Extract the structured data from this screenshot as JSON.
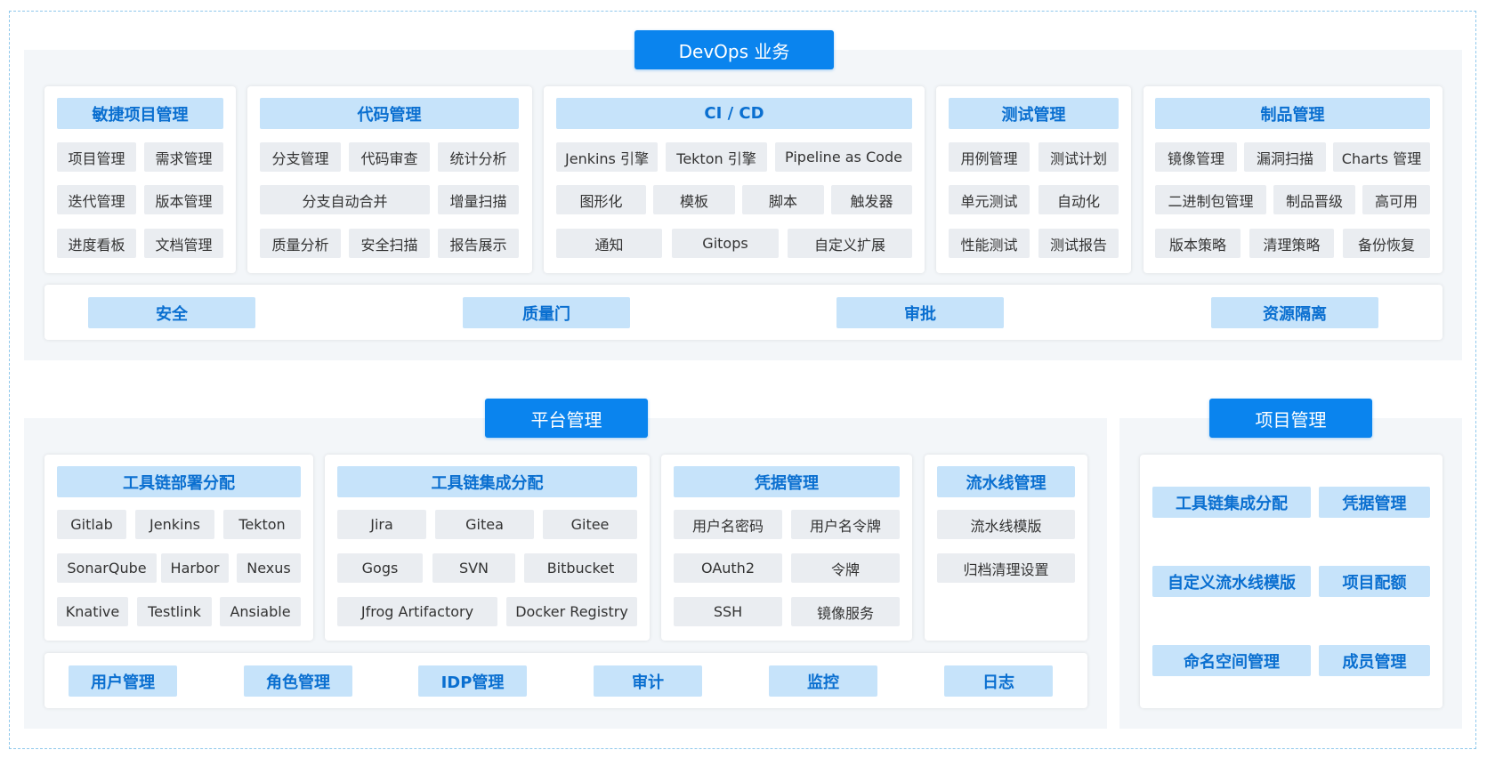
{
  "devops": {
    "title": "DevOps 业务",
    "agile": {
      "heading": "敏捷项目管理",
      "items": [
        "项目管理",
        "需求管理",
        "迭代管理",
        "版本管理",
        "进度看板",
        "文档管理"
      ]
    },
    "code": {
      "heading": "代码管理",
      "items": [
        "分支管理",
        "代码审查",
        "统计分析",
        "分支自动合并",
        "增量扫描",
        "质量分析",
        "安全扫描",
        "报告展示"
      ]
    },
    "cicd": {
      "heading": "CI / CD",
      "items": [
        "Jenkins 引擎",
        "Tekton 引擎",
        "Pipeline as Code",
        "图形化",
        "模板",
        "脚本",
        "触发器",
        "通知",
        "Gitops",
        "自定义扩展"
      ]
    },
    "test": {
      "heading": "测试管理",
      "items": [
        "用例管理",
        "测试计划",
        "单元测试",
        "自动化",
        "性能测试",
        "测试报告"
      ]
    },
    "artifact": {
      "heading": "制品管理",
      "items": [
        "镜像管理",
        "漏洞扫描",
        "Charts 管理",
        "二进制包管理",
        "制品晋级",
        "高可用",
        "版本策略",
        "清理策略",
        "备份恢复"
      ]
    },
    "bar": [
      "安全",
      "质量门",
      "审批",
      "资源隔离"
    ]
  },
  "platform": {
    "title": "平台管理",
    "deploy": {
      "heading": "工具链部署分配",
      "items": [
        "Gitlab",
        "Jenkins",
        "Tekton",
        "SonarQube",
        "Harbor",
        "Nexus",
        "Knative",
        "Testlink",
        "Ansiable"
      ]
    },
    "integrate": {
      "heading": "工具链集成分配",
      "items": [
        "Jira",
        "Gitea",
        "Gitee",
        "Gogs",
        "SVN",
        "Bitbucket",
        "Jfrog Artifactory",
        "Docker Registry"
      ]
    },
    "credential": {
      "heading": "凭据管理",
      "items": [
        "用户名密码",
        "用户名令牌",
        "OAuth2",
        "令牌",
        "SSH",
        "镜像服务"
      ]
    },
    "pipeline": {
      "heading": "流水线管理",
      "items": [
        "流水线模版",
        "归档清理设置"
      ]
    },
    "bar": [
      "用户管理",
      "角色管理",
      "IDP管理",
      "审计",
      "监控",
      "日志"
    ]
  },
  "project": {
    "title": "项目管理",
    "items": [
      "工具链集成分配",
      "凭据管理",
      "自定义流水线模版",
      "项目配额",
      "命名空间管理",
      "成员管理"
    ]
  }
}
